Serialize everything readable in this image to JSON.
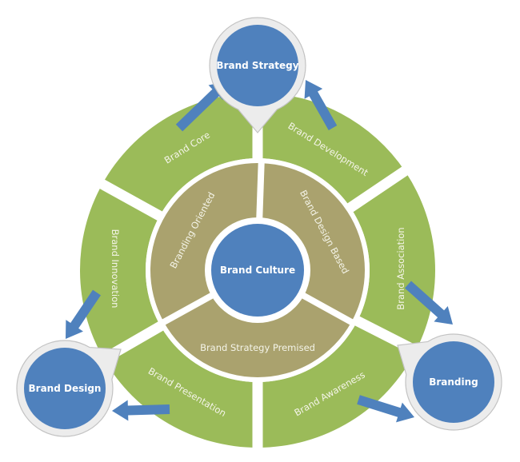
{
  "center": {
    "label": "Brand Culture"
  },
  "inner_ring": [
    {
      "label": "Branding Oriented"
    },
    {
      "label": "Brand Design Based"
    },
    {
      "label": "Brand Strategy Premised"
    }
  ],
  "outer_ring": [
    {
      "label": "Brand Core"
    },
    {
      "label": "Brand Development"
    },
    {
      "label": "Brand Association"
    },
    {
      "label": "Brand Awareness"
    },
    {
      "label": "Brand Presentation"
    },
    {
      "label": "Brand Innovation"
    }
  ],
  "nodes": [
    {
      "label": "Brand Strategy"
    },
    {
      "label": "Branding"
    },
    {
      "label": "Brand Design"
    }
  ],
  "colors": {
    "outer_ring": "#9bbb59",
    "inner_ring": "#aaa26e",
    "node": "#4f81bd",
    "bubble": "#ececec",
    "bubble_stroke": "#c3c3c3",
    "arrow": "#4f81bd"
  }
}
